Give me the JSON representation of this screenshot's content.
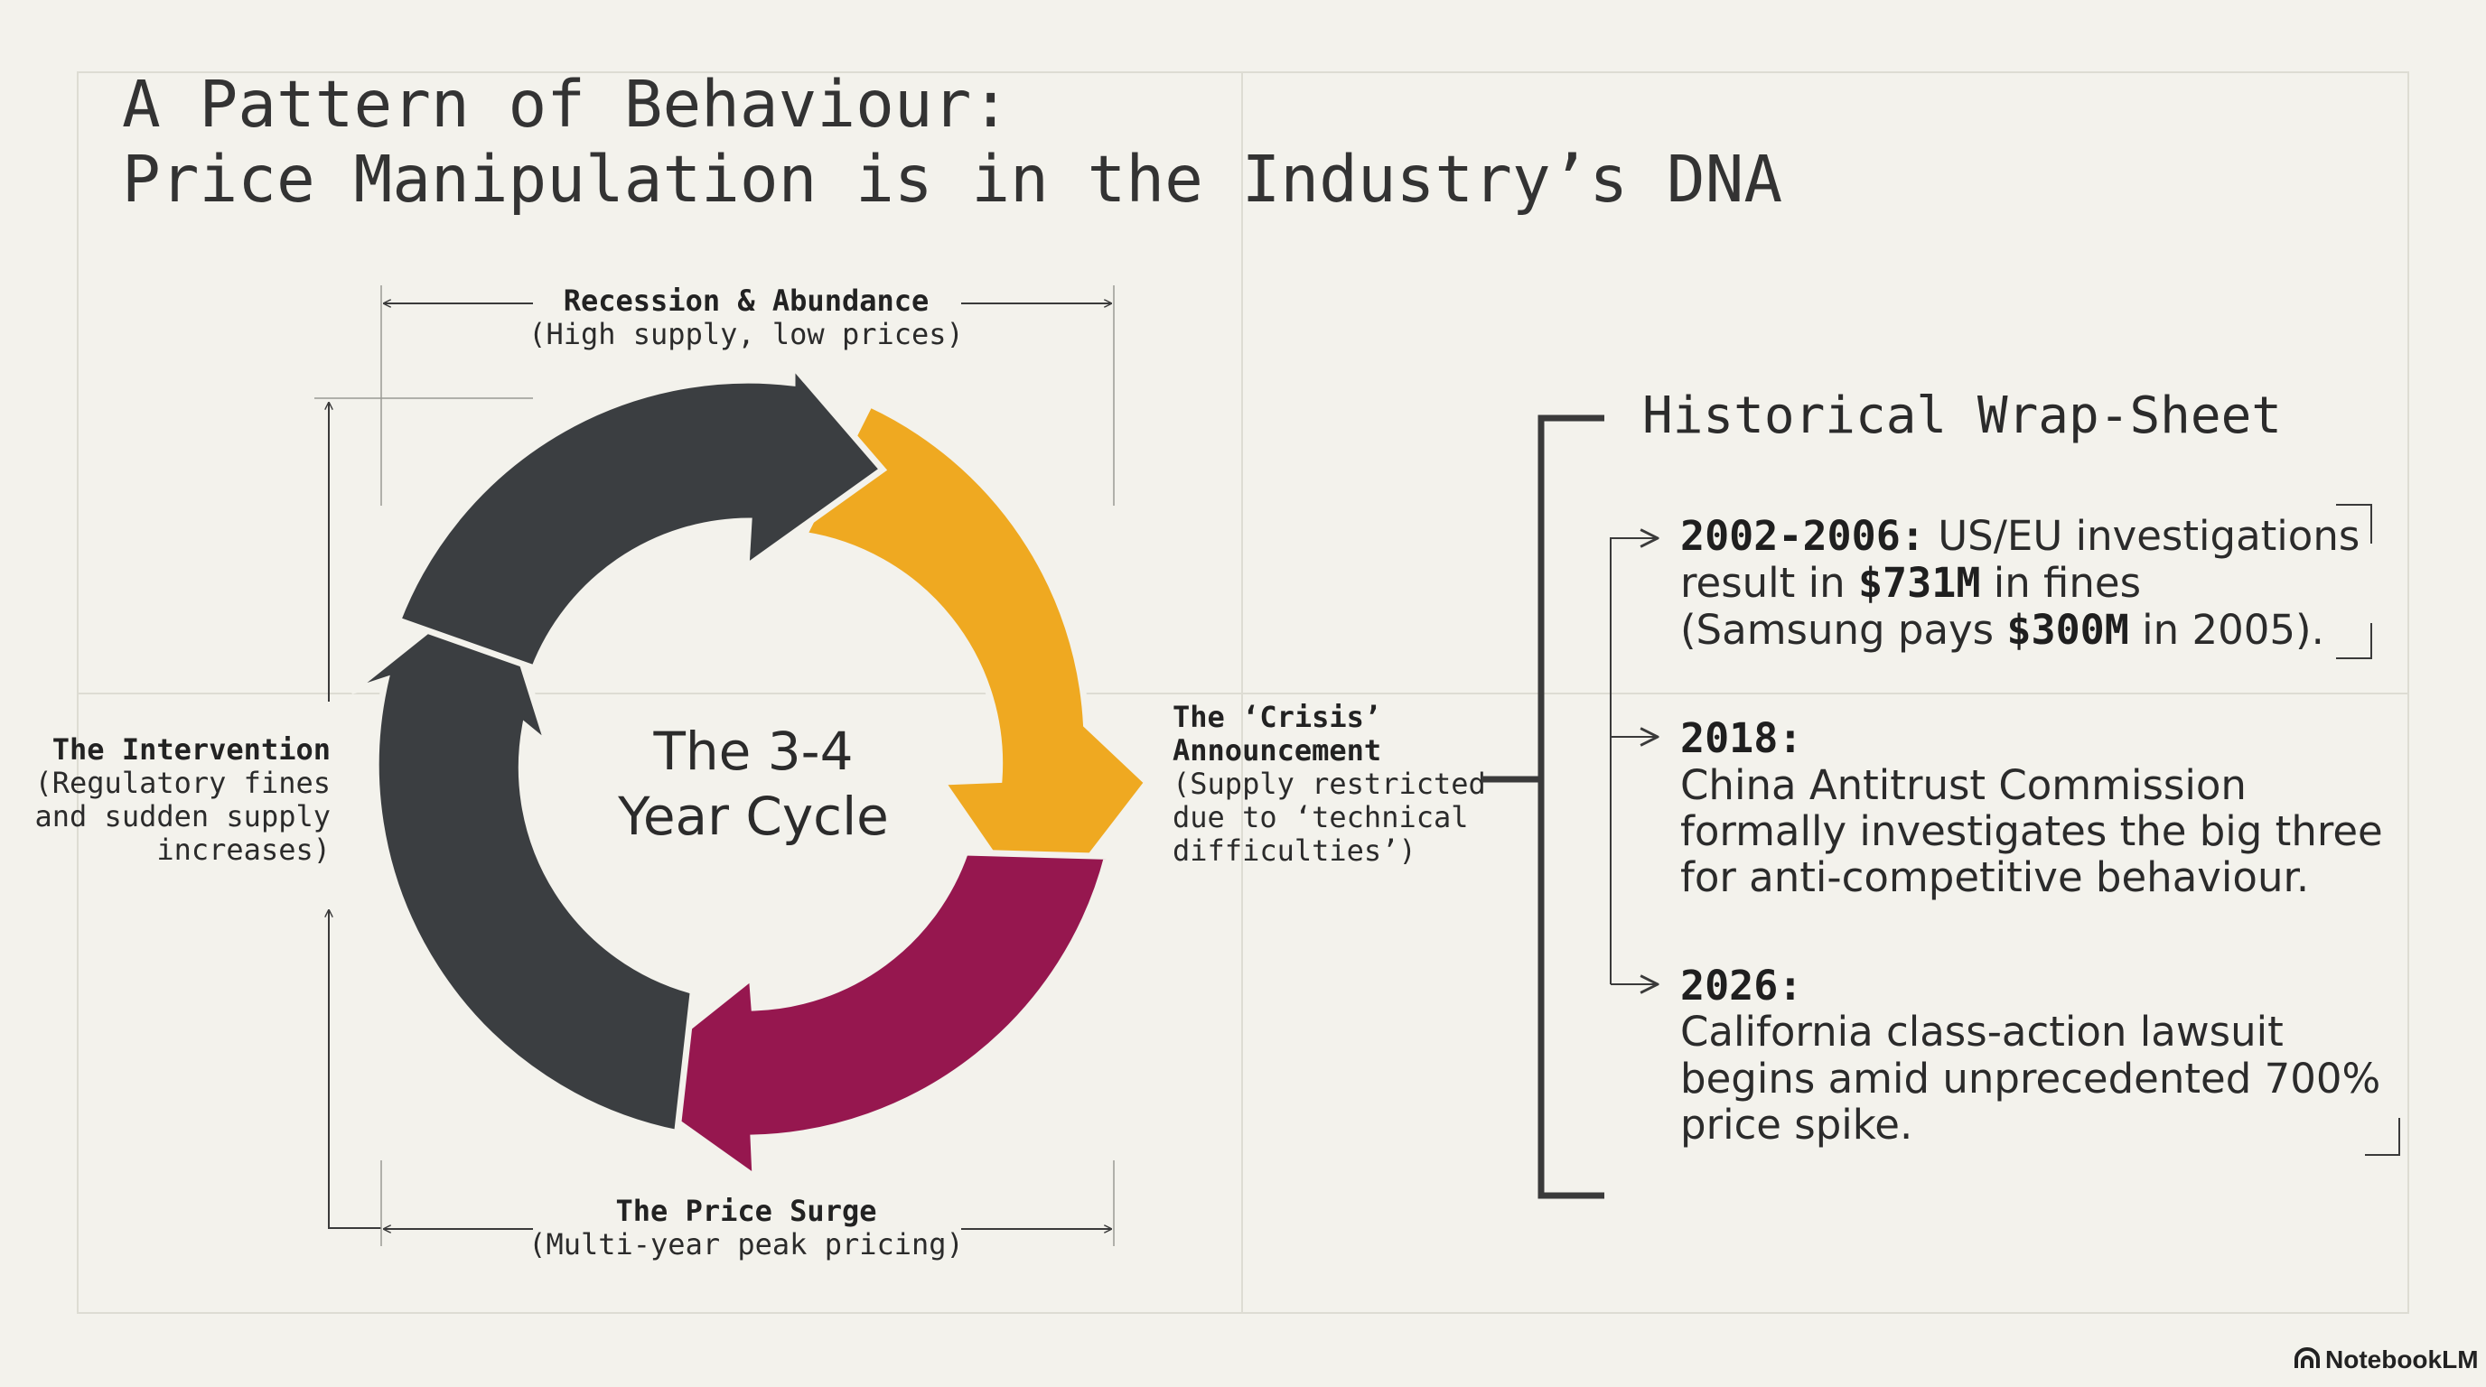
{
  "title": {
    "line1": "A Pattern of Behaviour:",
    "line2": "Price Manipulation is in the Industry’s DNA"
  },
  "cycle": {
    "center": {
      "line1": "The 3-4",
      "line2": "Year Cycle"
    },
    "colors": {
      "dark": "#3b3e41",
      "gold": "#efa921",
      "magenta": "#96174f"
    },
    "stages": {
      "top": {
        "title": "Recession & Abundance",
        "desc": "(High supply, low prices)"
      },
      "right": {
        "title_lines": [
          "The ‘Crisis’",
          "Announcement"
        ],
        "desc_lines": [
          "(Supply restricted",
          "due to ‘technical",
          "difficulties’)"
        ]
      },
      "bottom": {
        "title": "The Price Surge",
        "desc": "(Multi-year peak pricing)"
      },
      "left": {
        "title": "The Intervention",
        "desc_lines": [
          "(Regulatory fines",
          "and sudden supply",
          "increases)"
        ]
      }
    }
  },
  "wrap_sheet": {
    "title": "Historical Wrap-Sheet",
    "events": [
      {
        "year": "2002-2006:",
        "line1_rest": " US/EU investigations",
        "line2_pre": "result in ",
        "line2_bold": "$731M",
        "line2_post": " in fines",
        "line3_pre": "(Samsung pays ",
        "line3_bold": "$300M",
        "line3_post": " in 2005)."
      },
      {
        "year": "2018:",
        "lines": [
          "China Antitrust Commission",
          "formally investigates the big three",
          "for anti-competitive behaviour."
        ]
      },
      {
        "year": "2026:",
        "lines": [
          "California class-action lawsuit",
          "begins amid unprecedented 700%",
          "price spike."
        ]
      }
    ]
  },
  "branding": {
    "logo_text": "NotebookLM",
    "logo_icon": "notebooklm-logo-icon"
  }
}
